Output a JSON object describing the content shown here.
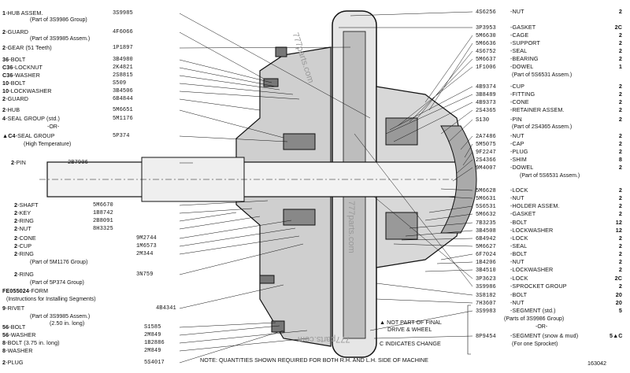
{
  "left_parts": [
    {
      "qty": "1",
      "name": "HUB ASSEM.",
      "pn": "3S9985"
    },
    {
      "qty": "2",
      "name": "GUARD",
      "pn": "4F6066"
    },
    {
      "qty": "2",
      "name": "GEAR (51 Teeth)",
      "pn": "1P1897"
    },
    {
      "qty": "36",
      "name": "BOLT",
      "pn": "3B4980"
    },
    {
      "qty": "C36",
      "name": "LOCKNUT",
      "pn": "2K4821"
    },
    {
      "qty": "C36",
      "name": "WASHER",
      "pn": "2S8815"
    },
    {
      "qty": "10",
      "name": "BOLT",
      "pn": "S509"
    },
    {
      "qty": "10",
      "name": "LOCKWASHER",
      "pn": "3B4506"
    },
    {
      "qty": "2",
      "name": "GUARD",
      "pn": "6B4844"
    },
    {
      "qty": "2",
      "name": "HUB",
      "pn": "5M6651"
    },
    {
      "qty": "4",
      "name": "SEAL GROUP (std.)",
      "pn": "5M1176"
    },
    {
      "qty": "▲C4",
      "name": "SEAL GROUP",
      "pn": "5P374"
    },
    {
      "qty": "2",
      "name": "PIN",
      "pn": "2B7906"
    },
    {
      "qty": "2",
      "name": "SHAFT",
      "pn": "5M6670"
    },
    {
      "qty": "2",
      "name": "KEY",
      "pn": "1B8742"
    },
    {
      "qty": "2",
      "name": "RING",
      "pn": "2B8091"
    },
    {
      "qty": "2",
      "name": "NUT",
      "pn": "8H3325"
    },
    {
      "qty": "2",
      "name": "CONE",
      "pn": "9M2744"
    },
    {
      "qty": "2",
      "name": "CUP",
      "pn": "1M6573"
    },
    {
      "qty": "2",
      "name": "RING",
      "pn": "2M344"
    },
    {
      "qty": "2",
      "name": "RING",
      "pn": "3N759"
    },
    {
      "qty": "FE055024",
      "name": "FORM",
      "pn": ""
    },
    {
      "qty": "9",
      "name": "RIVET",
      "pn": "4B4341"
    },
    {
      "qty": "56",
      "name": "BOLT",
      "pn": "S1585"
    },
    {
      "qty": "56",
      "name": "WASHER",
      "pn": "2M849"
    },
    {
      "qty": "8",
      "name": "BOLT (3.75 in. long)",
      "pn": "1B2886"
    },
    {
      "qty": "8",
      "name": "WASHER",
      "pn": "2M849"
    },
    {
      "qty": "2",
      "name": "PLUG",
      "pn": "5S4017"
    }
  ],
  "left_notes": {
    "hub_group": "(Part of 3S9986 Group)",
    "guard_assem": "(Part of 3S9985 Assem.)",
    "or": "-OR-",
    "high_temp": "(High Temperature)",
    "part_5m1176": "(Part of 5M1176 Group)",
    "part_5p374": "(Part of 5P374 Group)",
    "instructions": "(Instructions for Installing Segments)",
    "part_3s9985": "(Part of 3S9985 Assem.)",
    "bolt_long": "(2.50 in. long)"
  },
  "right_parts": [
    {
      "pn": "4S6256",
      "name": "NUT",
      "q": "2"
    },
    {
      "pn": "3P3953",
      "name": "GASKET",
      "q": "2C"
    },
    {
      "pn": "5M6630",
      "name": "CAGE",
      "q": "2"
    },
    {
      "pn": "5M6636",
      "name": "SUPPORT",
      "q": "2"
    },
    {
      "pn": "4S6752",
      "name": "SEAL",
      "q": "2"
    },
    {
      "pn": "5M6637",
      "name": "BEARING",
      "q": "2"
    },
    {
      "pn": "1F1006",
      "name": "DOWEL",
      "q": "1"
    },
    {
      "pn": "4B9374",
      "name": "CUP",
      "q": "2"
    },
    {
      "pn": "3B8489",
      "name": "FITTING",
      "q": "2"
    },
    {
      "pn": "4B9373",
      "name": "CONE",
      "q": "2"
    },
    {
      "pn": "2S4365",
      "name": "RETAINER ASSEM.",
      "q": "2"
    },
    {
      "pn": "S130",
      "name": "PIN",
      "q": "2"
    },
    {
      "pn": "2A7486",
      "name": "NUT",
      "q": "2"
    },
    {
      "pn": "5M5075",
      "name": "CAP",
      "q": "2"
    },
    {
      "pn": "9F2247",
      "name": "PLUG",
      "q": "2"
    },
    {
      "pn": "2S4366",
      "name": "SHIM",
      "q": "8"
    },
    {
      "pn": "9M4007",
      "name": "DOWEL",
      "q": "2"
    },
    {
      "pn": "5M6628",
      "name": "LOCK",
      "q": "2"
    },
    {
      "pn": "5M6631",
      "name": "NUT",
      "q": "2"
    },
    {
      "pn": "5S6531",
      "name": "HOLDER ASSEM.",
      "q": "2"
    },
    {
      "pn": "5M6632",
      "name": "GASKET",
      "q": "2"
    },
    {
      "pn": "7B3235",
      "name": "BOLT",
      "q": "12"
    },
    {
      "pn": "3B4508",
      "name": "LOCKWASHER",
      "q": "12"
    },
    {
      "pn": "6B4942",
      "name": "LOCK",
      "q": "2"
    },
    {
      "pn": "5M6627",
      "name": "SEAL",
      "q": "2"
    },
    {
      "pn": "6F7024",
      "name": "BOLT",
      "q": "2"
    },
    {
      "pn": "1B4206",
      "name": "NUT",
      "q": "2"
    },
    {
      "pn": "3B4510",
      "name": "LOCKWASHER",
      "q": "2"
    },
    {
      "pn": "3P3623",
      "name": "LOCK",
      "q": "2C"
    },
    {
      "pn": "3S9986",
      "name": "SPROCKET GROUP",
      "q": "2"
    },
    {
      "pn": "3S8182",
      "name": "BOLT",
      "q": "20"
    },
    {
      "pn": "7H3607",
      "name": "NUT",
      "q": "20"
    },
    {
      "pn": "3S9983",
      "name": "SEGMENT (std.)",
      "q": "5"
    },
    {
      "pn": "8P9454",
      "name": "SEGMENT (snow & mud)",
      "q": "5▲C"
    }
  ],
  "right_notes": {
    "part_5s6531_a": "(Part of 5S6531 Assem.)",
    "part_2s4365": "(Part of 2S4365 Assem.)",
    "part_5s6531_b": "(Part of 5S6531 Assem.)",
    "parts_3s9986": "(Parts of 3S9986 Group)",
    "or": "-OR-",
    "for_one": "(For one Sprocket)"
  },
  "legend": {
    "not_part_1": "▲ NOT PART OF FINAL",
    "not_part_2": "DRIVE & WHEEL",
    "change": "C INDICATES CHANGE"
  },
  "footer_note": "NOTE: QUANTITIES SHOWN REQUIRED FOR BOTH R.H. AND L.H. SIDE OF MACHINE",
  "figure_number": "163042",
  "watermark": "777parts.com",
  "colors": {
    "ink": "#111111",
    "paper": "#ffffff",
    "fill": "#c8c8c8",
    "dark": "#555555"
  }
}
